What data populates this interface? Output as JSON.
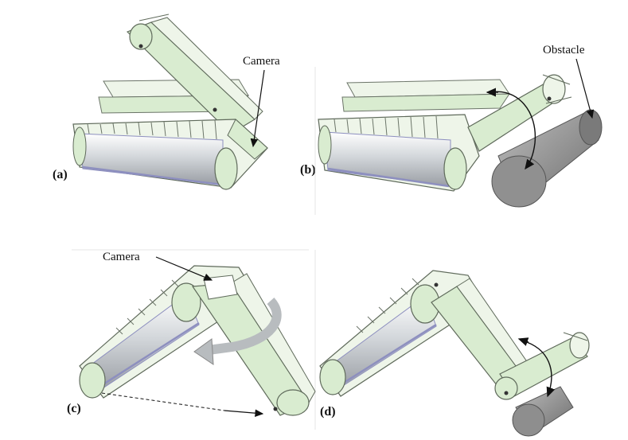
{
  "panels": [
    {
      "id": "a",
      "label": "(a)",
      "callouts": [
        "Camera"
      ]
    },
    {
      "id": "b",
      "label": "(b)",
      "callouts": [
        "Obstacle"
      ]
    },
    {
      "id": "c",
      "label": "(c)",
      "callouts": [
        "Camera"
      ]
    },
    {
      "id": "d",
      "label": "(d)",
      "callouts": []
    }
  ],
  "colors": {
    "arm_fill": "#d9ecd0",
    "arm_stroke": "#5f6a5b",
    "track_fill": "#eef5e9",
    "drum_fill": "#c2c7cc",
    "drum_edge": "#8d8fbf",
    "obstacle_fill": "#8a8a8a",
    "rotation_arrow": "#b8bcbf"
  }
}
